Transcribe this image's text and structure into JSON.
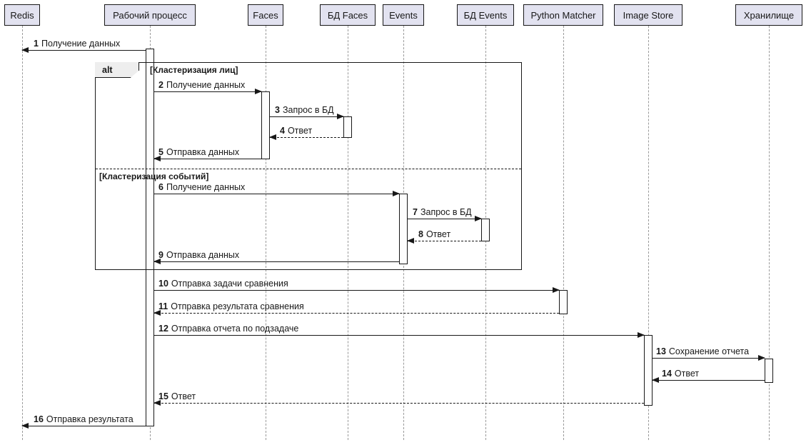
{
  "participants": [
    "Redis",
    "Рабочий процесс",
    "Faces",
    "БД Faces",
    "Events",
    "БД Events",
    "Python Matcher",
    "Image Store",
    "Хранилище"
  ],
  "frame": {
    "operator": "alt",
    "guard1": "[Кластеризация лиц]",
    "guard2": "[Кластеризация событий]"
  },
  "messages": [
    {
      "num": "1",
      "text": "Получение данных"
    },
    {
      "num": "2",
      "text": "Получение данных"
    },
    {
      "num": "3",
      "text": "Запрос в БД"
    },
    {
      "num": "4",
      "text": "Ответ"
    },
    {
      "num": "5",
      "text": "Отправка данных"
    },
    {
      "num": "6",
      "text": "Получение данных"
    },
    {
      "num": "7",
      "text": "Запрос в БД"
    },
    {
      "num": "8",
      "text": "Ответ"
    },
    {
      "num": "9",
      "text": "Отправка данных"
    },
    {
      "num": "10",
      "text": "Отправка задачи сравнения"
    },
    {
      "num": "11",
      "text": "Отправка результата сравнения"
    },
    {
      "num": "12",
      "text": "Отправка отчета по подзадаче"
    },
    {
      "num": "13",
      "text": "Сохранение отчета"
    },
    {
      "num": "14",
      "text": "Ответ"
    },
    {
      "num": "15",
      "text": "Ответ"
    },
    {
      "num": "16",
      "text": "Отправка результата"
    }
  ],
  "colors": {
    "participant_fill": "#E2E2F0",
    "border": "#181818",
    "lifeline": "#9a9a9a"
  }
}
